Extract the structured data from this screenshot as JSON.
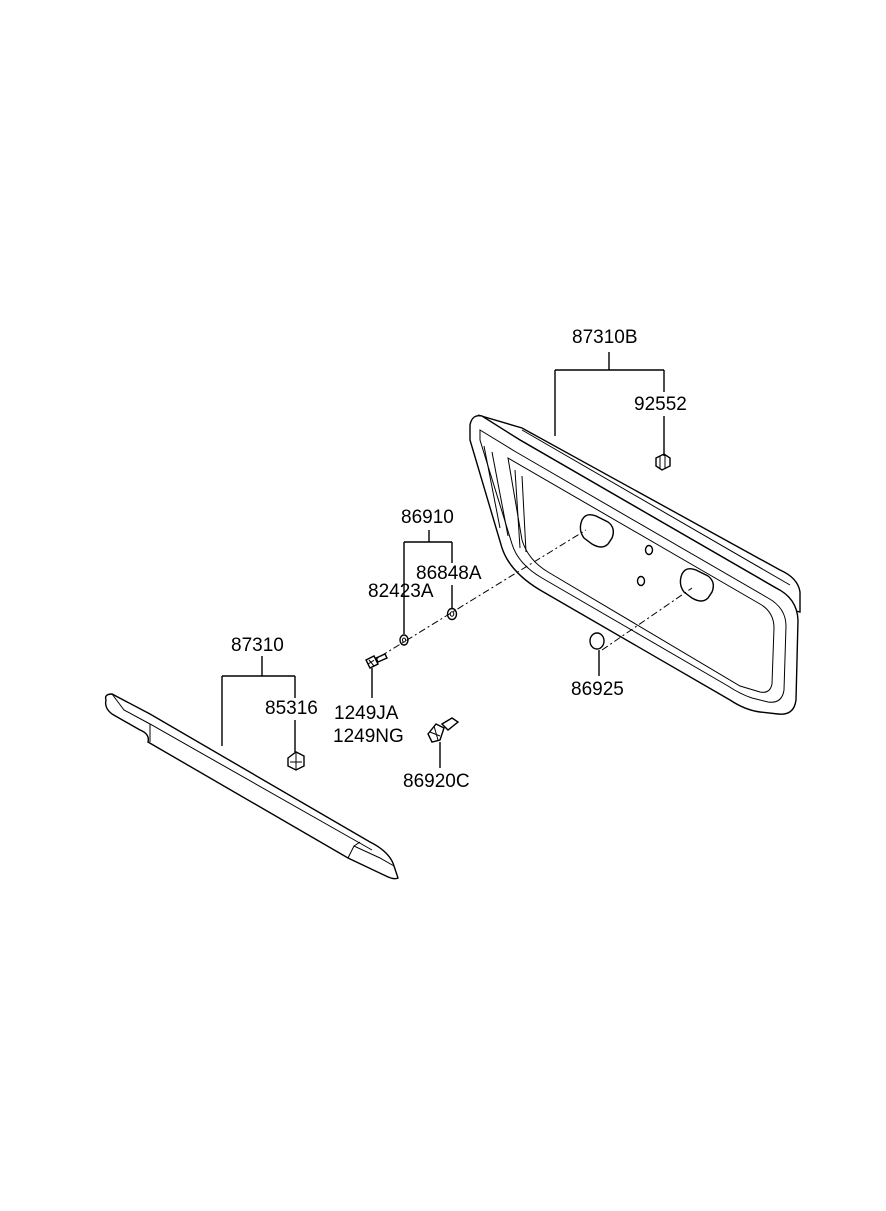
{
  "labels": {
    "p87310B": "87310B",
    "p92552": "92552",
    "p86910": "86910",
    "p86848A": "86848A",
    "p82423A": "82423A",
    "p87310": "87310",
    "p85316": "85316",
    "p1249JA": "1249JA",
    "p1249NG": "1249NG",
    "p86925": "86925",
    "p86920C": "86920C"
  }
}
